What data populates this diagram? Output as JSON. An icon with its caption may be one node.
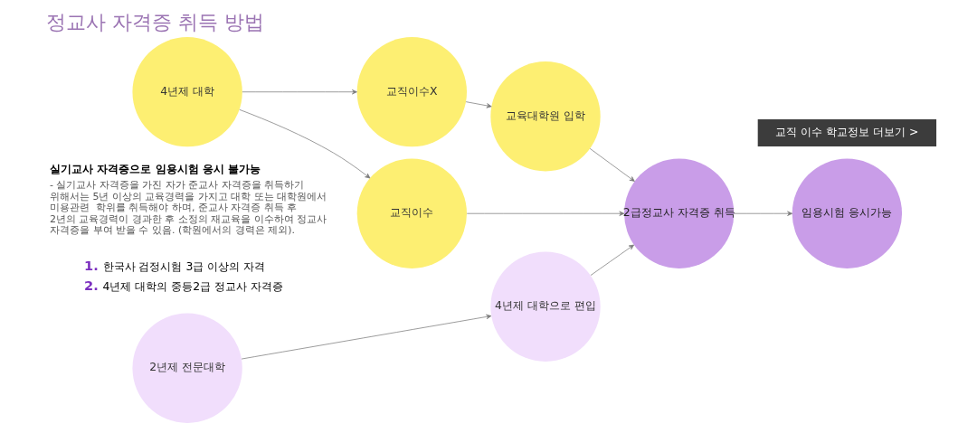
{
  "diagram": {
    "title": "정교사 자격증 취득 방법",
    "nodes": [
      {
        "text": [
          "2년제 전문대학"
        ]
      },
      {
        "text": [
          "4년제 대학으로 편입"
        ]
      },
      {
        "text": [
          "교직이수"
        ]
      },
      {
        "text": [
          "4년제 대학"
        ]
      },
      {
        "text": [
          "2급정교사 자격증 취득"
        ]
      },
      {
        "text": [
          "임용시험 응시가능"
        ]
      },
      {
        "text": [
          "교육대학원 입학"
        ]
      },
      {
        "text": [
          "교직이수X"
        ]
      },
      {
        "text": [
          "교직 이수 학교정보 더보기 >"
        ]
      }
    ],
    "edges": [
      {
        "from": 0,
        "to": 1,
        "arrow": "to"
      },
      {
        "from": 1,
        "to": 4,
        "arrow": "to"
      },
      {
        "from": 2,
        "to": 4,
        "arrow": "to"
      },
      {
        "from": 4,
        "to": 5,
        "arrow": "to"
      },
      {
        "from": 3,
        "to": 2,
        "arrow": "to"
      },
      {
        "from": 3,
        "to": 7,
        "arrow": "to"
      },
      {
        "from": 7,
        "to": 6,
        "arrow": "to"
      },
      {
        "from": 6,
        "to": 4,
        "arrow": "to"
      }
    ],
    "labels": [
      "1.",
      "한국사 검정시험 3급 이상의 자격",
      "2.",
      "4년제 대학의 중등2급 정교사 자격증",
      "실기교사 자격증으로 임용시험 응시 불가능",
      "- 실기교사 자격증을 가진 자가 준교사 자격증을 취득하기 위해서는 5년 이상의 교육경력을 가지고 대학 또는 대학원에서 미용관련  학위를 취득해야 하며, 준교사 자격증 취득 후 2년의 교육경력이 경과한 후 소정의 재교육을 이수하여 정교사 자격증을 부여 받을 수 있음. (학원에서의 경력은 제외)."
    ]
  }
}
